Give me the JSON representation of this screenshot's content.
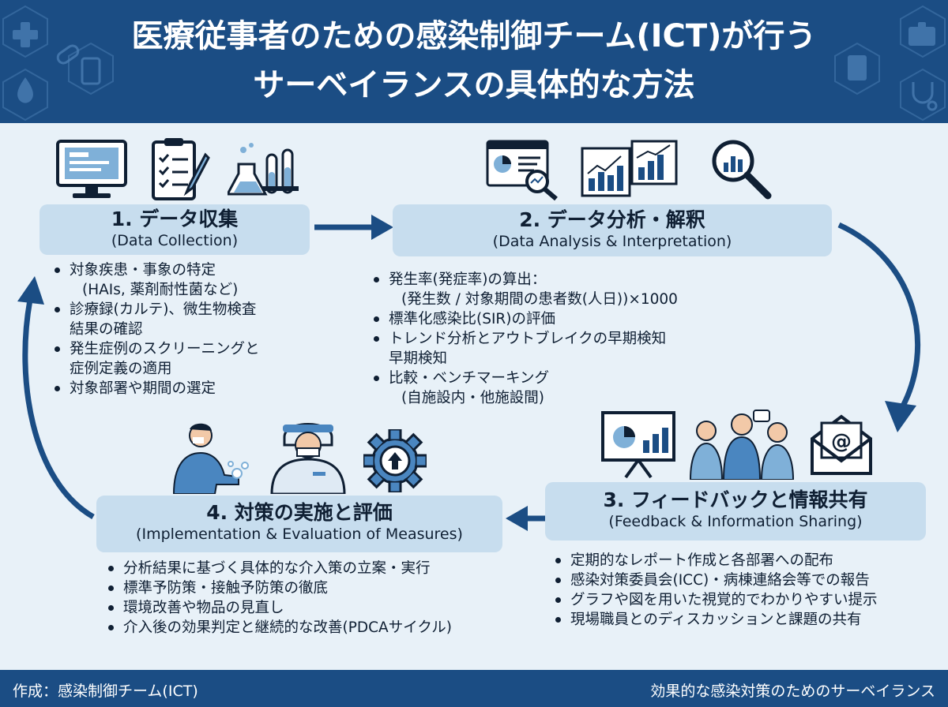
{
  "header": {
    "title_line1": "医療従事者のための感染制御チーム(ICT)が行う",
    "title_line2": "サーベイランスの具体的な方法"
  },
  "steps": [
    {
      "title": "1. データ収集",
      "subtitle": "(Data Collection)",
      "items": [
        {
          "line1": "対象疾患・事象の特定",
          "line2": "(HAIs, 薬剤耐性菌など)"
        },
        {
          "line1": "診療録(カルテ)、微生物検査",
          "line2": "結果の確認"
        },
        {
          "line1": "発生症例のスクリーニングと",
          "line2": "症例定義の適用"
        },
        {
          "line1": "対象部署や期間の選定"
        }
      ]
    },
    {
      "title": "2. データ分析・解釈",
      "subtitle": "(Data Analysis & Interpretation)",
      "items": [
        {
          "line1": "発生率(発症率)の算出：",
          "line2": "(発生数 / 対象期間の患者数(人日))×1000"
        },
        {
          "line1": "標準化感染比(SIR)の評価"
        },
        {
          "line1": "トレンド分析とアウトブレイクの早期検知",
          "line2": "早期検知"
        },
        {
          "line1": "比較・ベンチマーキング",
          "line2": "(自施設内・他施設間)"
        }
      ]
    },
    {
      "title": "3. フィードバックと情報共有",
      "subtitle": "(Feedback & Information Sharing)",
      "items": [
        {
          "line1": "定期的なレポート作成と各部署への配布"
        },
        {
          "line1": "感染対策委員会(ICC)・病棟連絡会等での報告"
        },
        {
          "line1": "グラフや図を用いた視覚的でわかりやすい提示"
        },
        {
          "line1": "現場職員とのディスカッションと課題の共有"
        }
      ]
    },
    {
      "title": "4. 対策の実施と評価",
      "subtitle": "(Implementation & Evaluation of Measures)",
      "items": [
        {
          "line1": "分析結果に基づく具体的な介入策の立案・実行"
        },
        {
          "line1": "標準予防策・接触予防策の徹底"
        },
        {
          "line1": "環境改善や物品の見直し"
        },
        {
          "line1": "介入後の効果判定と継続的な改善(PDCAサイクル)"
        }
      ]
    }
  ],
  "footer": {
    "left": "作成：感染制御チーム(ICT)",
    "right": "効果的な感染対策のためのサーベイランス"
  },
  "icons": {
    "step1": [
      "monitor-icon",
      "clipboard-checklist-icon",
      "lab-flasks-icon"
    ],
    "step2": [
      "dashboard-magnifier-icon",
      "bar-charts-icon",
      "magnifier-chart-icon"
    ],
    "step3": [
      "presentation-board-icon",
      "staff-discussion-icon",
      "email-icon"
    ],
    "step4": [
      "handwashing-icon",
      "protective-gear-icon",
      "improvement-gear-icon"
    ]
  },
  "colors": {
    "header_bg": "#1b4d84",
    "main_bg": "#e8f1f8",
    "step_box": "#c7ddee",
    "arrow": "#1b4d84",
    "text": "#0f1f33"
  }
}
